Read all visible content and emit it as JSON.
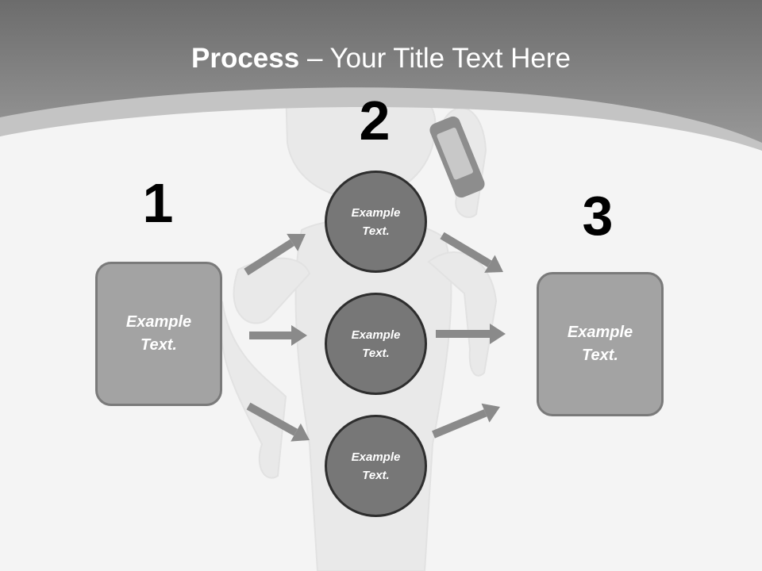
{
  "title": {
    "bold": "Process",
    "rest": " – Your Title Text Here"
  },
  "steps": {
    "one": "1",
    "two": "2",
    "three": "3"
  },
  "nodes": {
    "left_box": "Example Text.",
    "circle_top": "Example Text.",
    "circle_mid": "Example Text.",
    "circle_bottom": "Example Text.",
    "right_box": "Example Text."
  },
  "colors": {
    "header": "#7a7a7a",
    "box_fill": "#a3a3a3",
    "circle_fill": "#777777",
    "arrow": "#8a8a8a",
    "background": "#f4f4f4"
  }
}
